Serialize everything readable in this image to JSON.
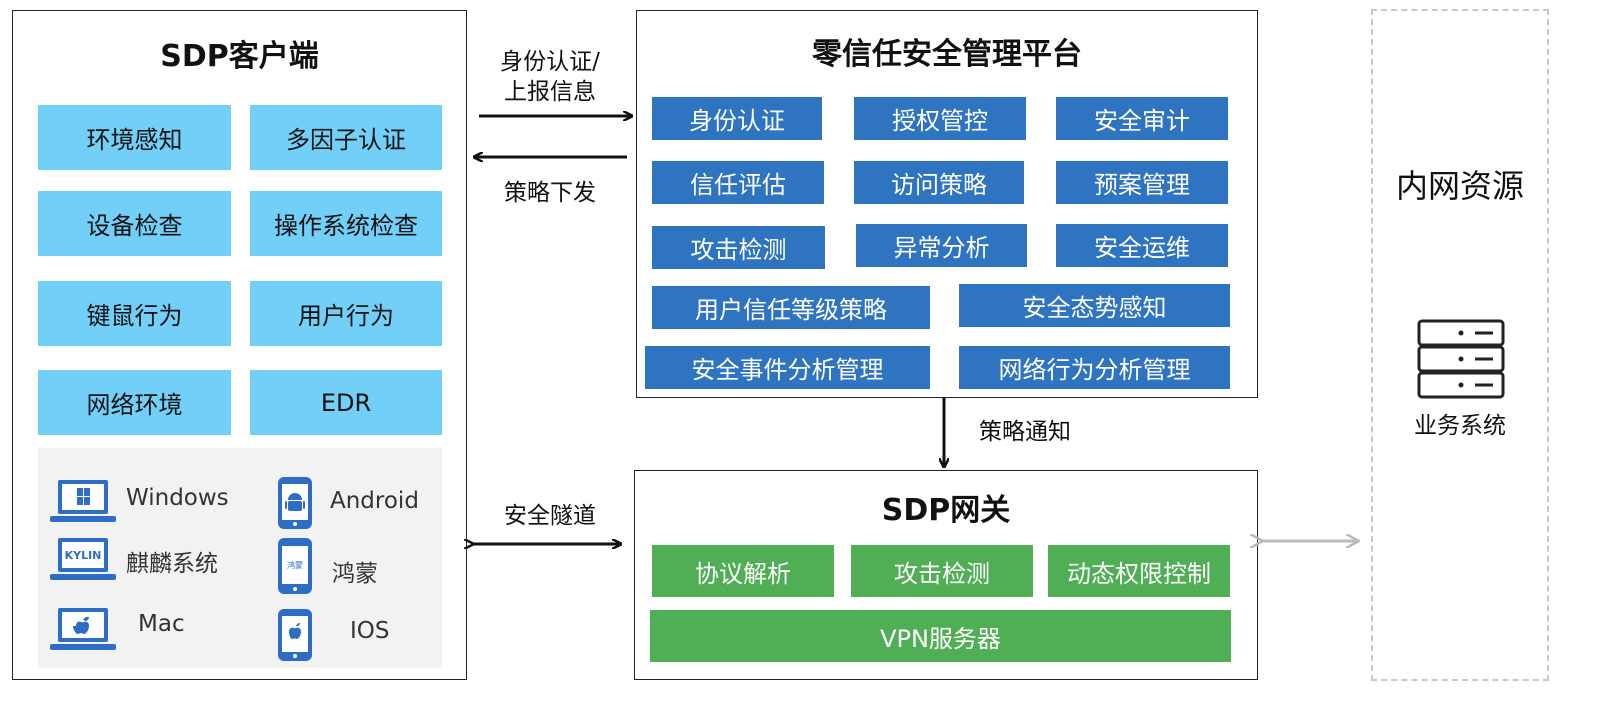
{
  "client": {
    "title": "SDP客户端",
    "features": [
      "环境感知",
      "多因子认证",
      "设备检查",
      "操作系统检查",
      "键鼠行为",
      "用户行为",
      "网络环境",
      "EDR"
    ],
    "os": [
      {
        "label": "Windows",
        "icon": "windows-laptop-icon"
      },
      {
        "label": "Android",
        "icon": "android-phone-icon"
      },
      {
        "label": "麒麟系统",
        "icon": "kylin-laptop-icon",
        "icon_text": "KYLIN"
      },
      {
        "label": "鸿蒙",
        "icon": "harmony-phone-icon",
        "icon_text": "鸿蒙"
      },
      {
        "label": "Mac",
        "icon": "apple-laptop-icon"
      },
      {
        "label": "IOS",
        "icon": "apple-phone-icon"
      }
    ]
  },
  "platform": {
    "title": "零信任安全管理平台",
    "modules": [
      "身份认证",
      "授权管控",
      "安全审计",
      "信任评估",
      "访问策略",
      "预案管理",
      "攻击检测",
      "异常分析",
      "安全运维",
      "用户信任等级策略",
      "安全态势感知",
      "安全事件分析管理",
      "网络行为分析管理"
    ]
  },
  "gateway": {
    "title": "SDP网关",
    "modules": [
      "协议解析",
      "攻击检测",
      "动态权限控制"
    ],
    "server": "VPN服务器"
  },
  "internal": {
    "title": "内网资源",
    "system_label": "业务系统",
    "icon": "server-rack-icon"
  },
  "flows": {
    "auth_report": [
      "身份认证/",
      "上报信息"
    ],
    "policy_issue": "策略下发",
    "policy_notify": "策略通知",
    "secure_tunnel": "安全隧道"
  },
  "colors": {
    "client_feature": "#71cff8",
    "platform_module": "#2e74c0",
    "gateway_module": "#50ae55",
    "os_background": "#f2f2f2"
  }
}
